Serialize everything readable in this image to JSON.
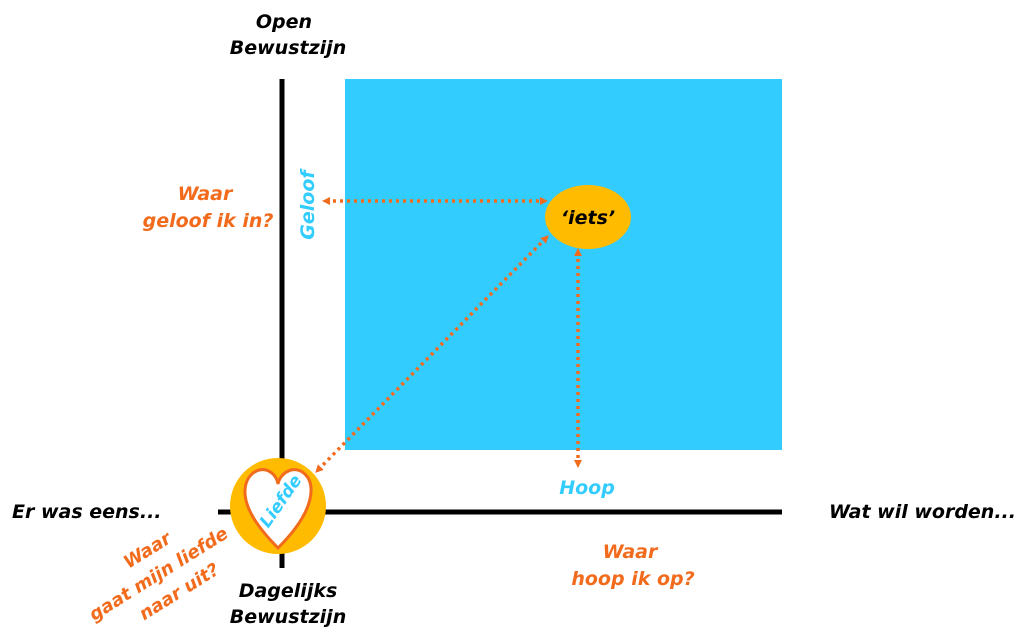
{
  "axes": {
    "top_label_line1": "Open",
    "top_label_line2": "Bewustzijn",
    "bottom_label_line1": "Dagelijks",
    "bottom_label_line2": "Bewustzijn",
    "left_label": "Er was eens...",
    "right_label": "Wat wil worden..."
  },
  "dimensions": {
    "geloof": "Geloof",
    "hoop": "Hoop",
    "liefde": "Liefde"
  },
  "center": {
    "label": "‘iets’"
  },
  "questions": {
    "geloof_line1": "Waar",
    "geloof_line2": "geloof ik in?",
    "hoop_line1": "Waar",
    "hoop_line2": "hoop ik op?",
    "liefde_line1": "Waar",
    "liefde_line2": "gaat mijn liefde",
    "liefde_line3": "naar uit?"
  },
  "colors": {
    "quadrant": "#33ccff",
    "accent": "#f26b1d",
    "circle": "#ffbb00",
    "axis": "#000000"
  }
}
